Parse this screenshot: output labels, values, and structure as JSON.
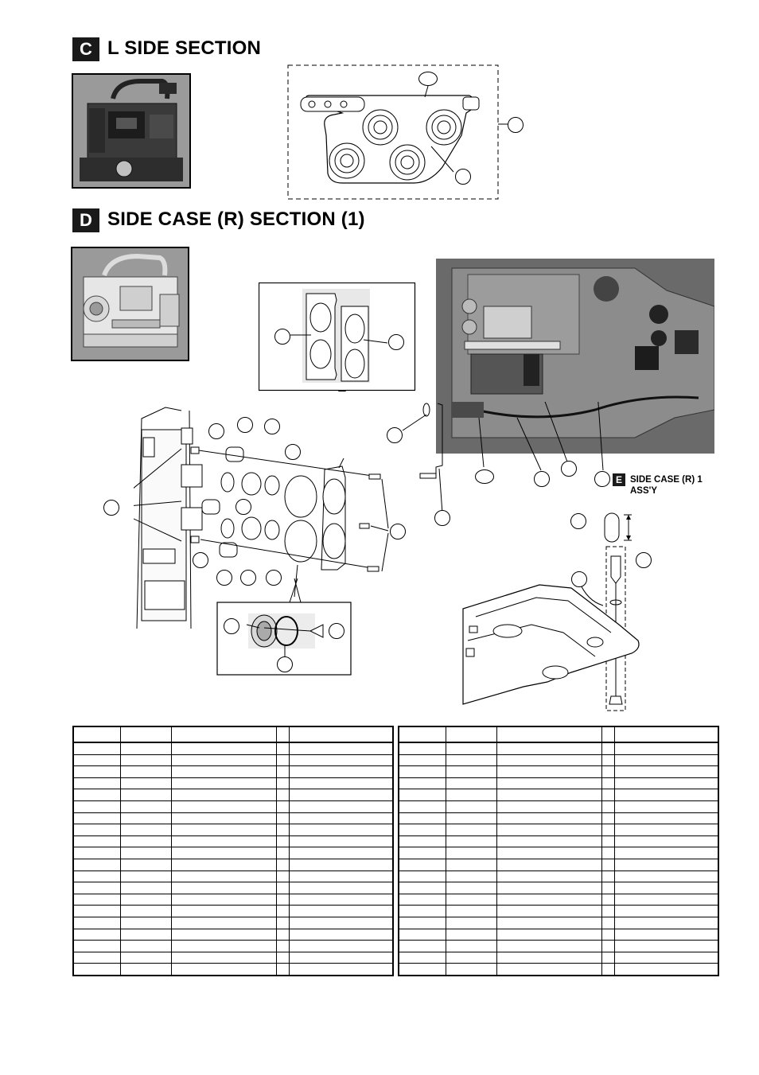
{
  "section_c": {
    "badge": "C",
    "title": "L SIDE SECTION"
  },
  "section_d": {
    "badge": "D",
    "title": "SIDE CASE (R) SECTION (1)"
  },
  "subassembly_e": {
    "badge": "E",
    "label_line1": "SIDE CASE (R) 1",
    "label_line2": "ASS'Y"
  },
  "parts_table": {
    "rows_per_table": 20,
    "left_column_widths": [
      59,
      64,
      131,
      16,
      130
    ],
    "right_column_widths": [
      59,
      64,
      131,
      16,
      130
    ]
  },
  "colors": {
    "badge_bg": "#1a1a1a",
    "thumb_bg": "#8e8e8e",
    "photo_bg": "#5c5c5c"
  },
  "icons": [
    "camcorder-thumbnail-icon",
    "camcorder-side-thumbnail-icon"
  ]
}
